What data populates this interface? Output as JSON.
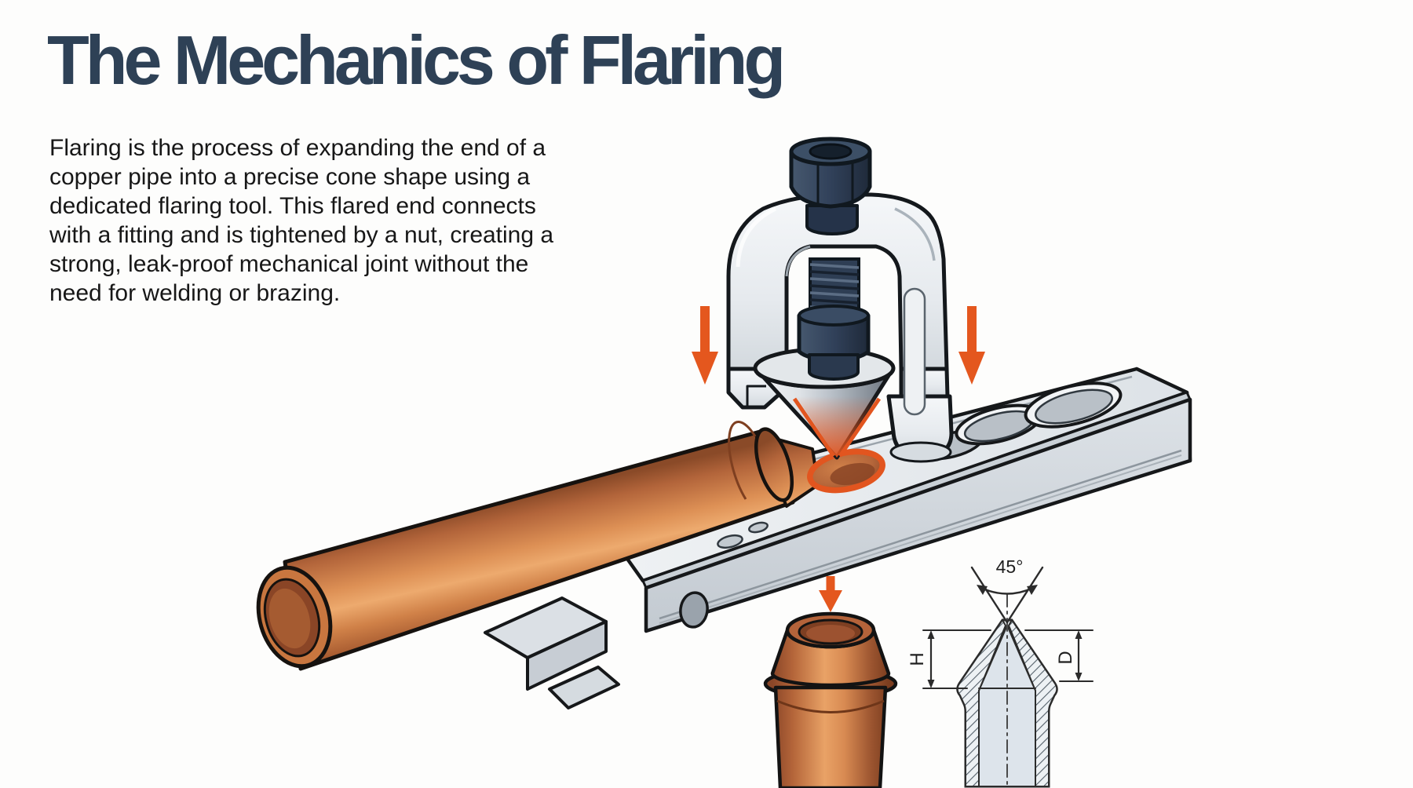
{
  "header": {
    "title": "The Mechanics of Flaring"
  },
  "intro": {
    "lines": [
      "Flaring is the process of expanding the end of a",
      "copper pipe into a precise cone shape using a",
      "dedicated flaring tool. This flared end connects",
      "with a fitting and is tightened by a nut, creating a",
      "strong, leak-proof mechanical joint without the",
      "need for welding or brazing."
    ]
  },
  "diagram_labels": {
    "flare_angle": "45°",
    "flare_height": "H",
    "flare_diameter": "D"
  },
  "colors": {
    "background": "#fdfdfc",
    "title": "#2e4156",
    "body_text": "#171717",
    "outline": "#16181a",
    "accent_orange": "#e4571e",
    "flare_ring": "#e2551f",
    "copper": "#c9763f",
    "copper_dark": "#8a4526",
    "copper_highlight": "#edaa6e",
    "steel_light": "#eef1f3",
    "steel_mid": "#d9dee3",
    "steel_dark": "#b4bcc3",
    "navy": "#31415a",
    "navy_dark": "#18222e",
    "drawing_line": "#2b2b2b"
  }
}
